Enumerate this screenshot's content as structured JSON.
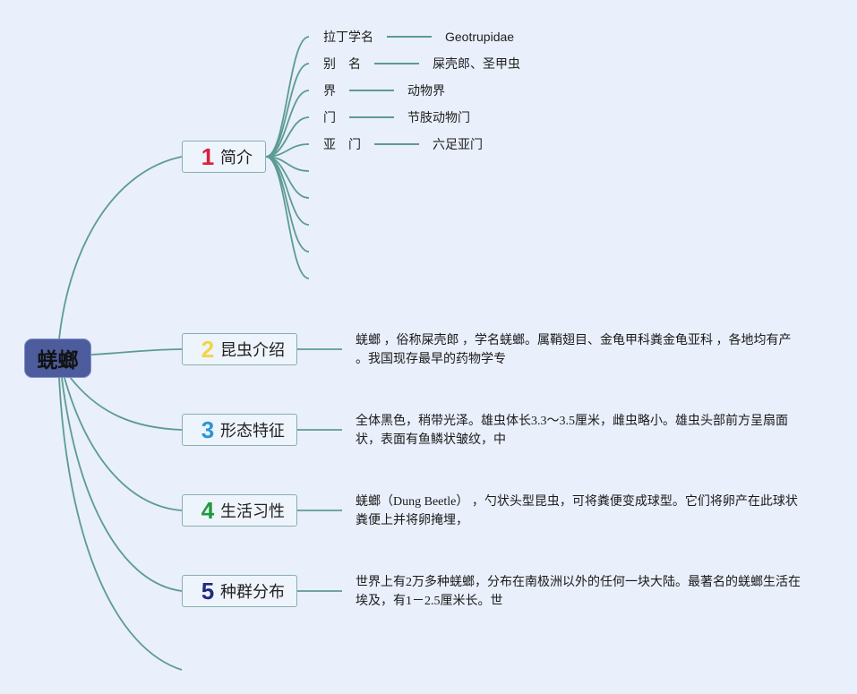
{
  "central_topic": {
    "label": "蜣螂"
  },
  "colors": {
    "background": "#e9effb",
    "wire": "#5c9b94",
    "central_fill": "#4c5c9c",
    "topic_fill": "#eef4fc",
    "topic_border": "#86b0ae"
  },
  "topics": [
    {
      "number": "1",
      "label": "简介",
      "number_color": "#d8213b",
      "details": [
        {
          "key": "拉丁学名",
          "value": "Geotrupidae"
        },
        {
          "key": "别　名",
          "value": "屎壳郎、圣甲虫"
        },
        {
          "key": "界",
          "value": "动物界"
        },
        {
          "key": "门",
          "value": "节肢动物门"
        },
        {
          "key": "亚　门",
          "value": "六足亚门"
        }
      ]
    },
    {
      "number": "2",
      "label": "昆虫介绍",
      "number_color": "#f2d447",
      "text_lines": [
        "蜣螂 ，俗称屎壳郎 ，学名蜣螂。属鞘翅目、金龟甲科粪金龟亚科 ，各地均有产",
        "。我国现存最早的药物学专"
      ]
    },
    {
      "number": "3",
      "label": "形态特征",
      "number_color": "#2a95d6",
      "text_lines": [
        "全体黑色，稍带光泽。雄虫体长3.3～3.5厘米，雌虫略小。雄虫头部前方呈扇面",
        "状，表面有鱼鳞状皱纹，中"
      ]
    },
    {
      "number": "4",
      "label": "生活习性",
      "number_color": "#1e9a3a",
      "text_lines": [
        "蜣螂（Dung Beetle） ，勺状头型昆虫，可将粪便变成球型。它们将卵产在此球状",
        "粪便上并将卵掩埋，"
      ]
    },
    {
      "number": "5",
      "label": "种群分布",
      "number_color": "#1f2a7c",
      "text_lines": [
        "世界上有2万多种蜣螂，分布在南极洲以外的任何一块大陆。最著名的蜣螂生活在",
        "埃及，有1－2.5厘米长。世"
      ]
    }
  ]
}
